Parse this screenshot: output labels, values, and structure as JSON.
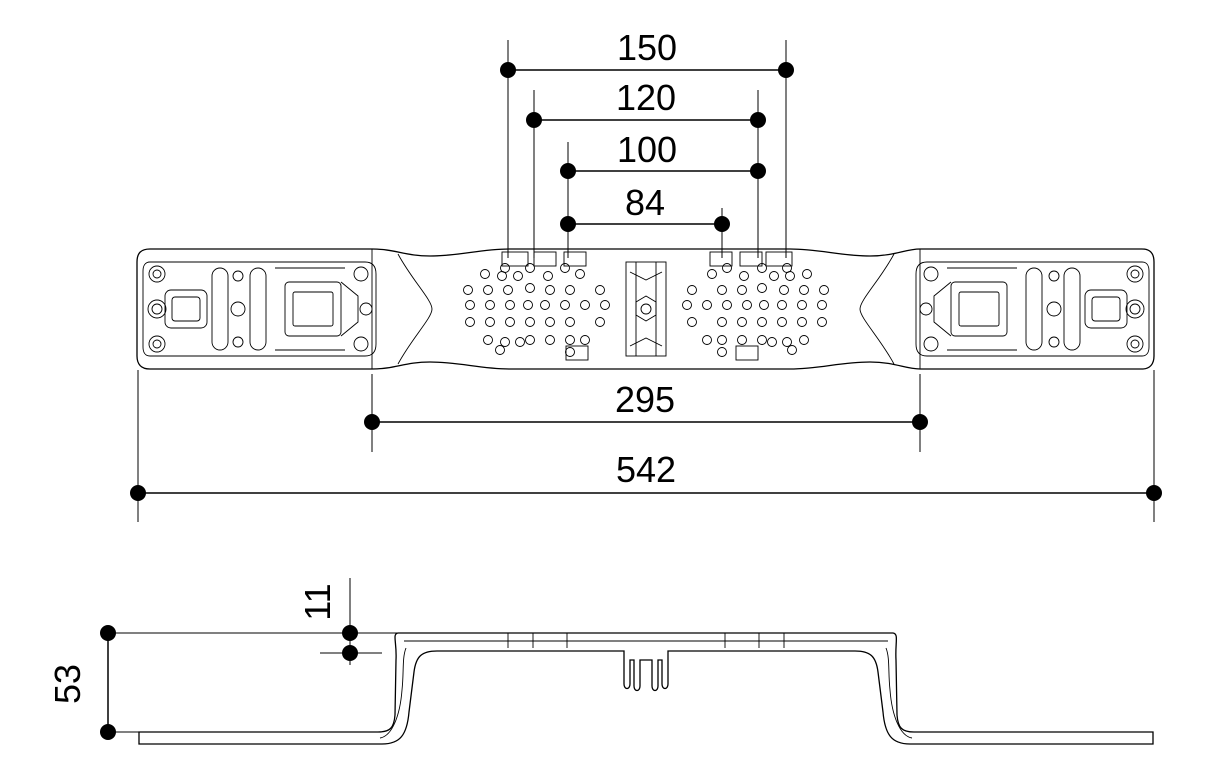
{
  "dimensions": {
    "d150": "150",
    "d120": "120",
    "d100": "100",
    "d84": "84",
    "d295": "295",
    "d542": "542",
    "d11": "11",
    "d53": "53"
  }
}
